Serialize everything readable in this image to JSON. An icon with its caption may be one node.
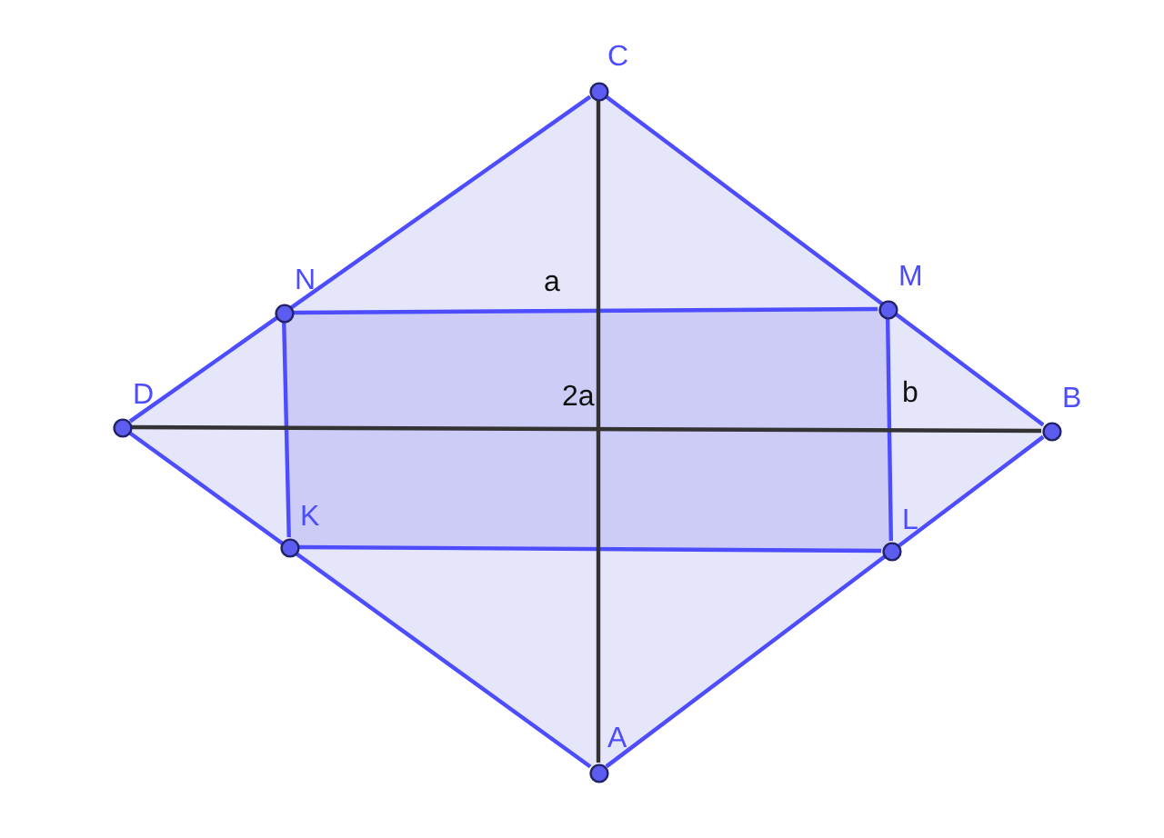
{
  "diagram": {
    "nodes": [
      {
        "text": [
          "C"
        ]
      },
      {
        "text": [
          "N"
        ]
      },
      {
        "text": [
          "M"
        ]
      },
      {
        "text": [
          "D"
        ]
      },
      {
        "text": [
          "B"
        ]
      },
      {
        "text": [
          "K"
        ]
      },
      {
        "text": [
          "L"
        ]
      },
      {
        "text": [
          "A"
        ]
      }
    ],
    "edges": [
      {
        "from": 3,
        "to": 0,
        "arrow": "none"
      },
      {
        "from": 0,
        "to": 4,
        "arrow": "none"
      },
      {
        "from": 4,
        "to": 7,
        "arrow": "none"
      },
      {
        "from": 7,
        "to": 3,
        "arrow": "none"
      },
      {
        "from": 1,
        "to": 2,
        "arrow": "none"
      },
      {
        "from": 2,
        "to": 6,
        "arrow": "none"
      },
      {
        "from": 6,
        "to": 5,
        "arrow": "none"
      },
      {
        "from": 5,
        "to": 1,
        "arrow": "none"
      },
      {
        "from": 0,
        "to": 7,
        "arrow": "none",
        "color": "#333333"
      },
      {
        "from": 3,
        "to": 4,
        "arrow": "none",
        "color": "#333333"
      }
    ],
    "labels": [
      "a",
      "2a",
      "b"
    ]
  }
}
